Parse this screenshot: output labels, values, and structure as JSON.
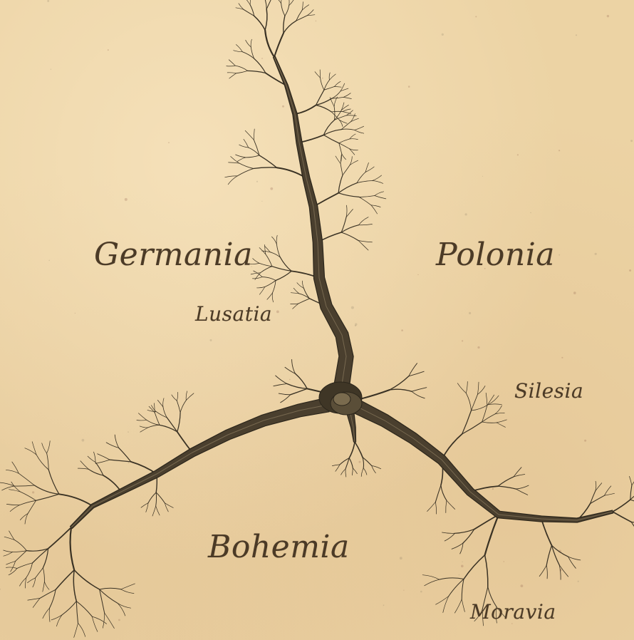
{
  "map": {
    "regions": {
      "germania": "Germania",
      "polonia": "Polonia",
      "lusatia": "Lusatia",
      "silesia": "Silesia",
      "bohemia": "Bohemia",
      "moravia": "Moravia"
    },
    "colors": {
      "paper": "#ecd3a4",
      "ink": "#4b3a26",
      "neuron": "#3a3224",
      "neuron_highlight": "#8a7a5e"
    },
    "illustration": "neuron-tree-drawing"
  }
}
